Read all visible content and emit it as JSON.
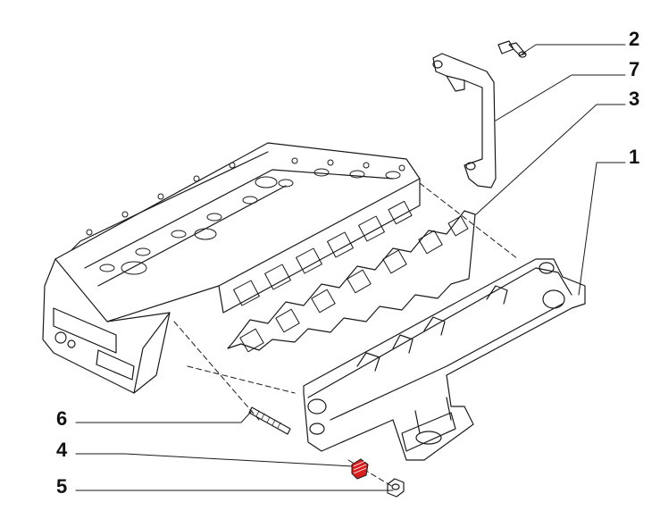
{
  "callouts": {
    "c1": "1",
    "c2": "2",
    "c3": "3",
    "c4": "4",
    "c5": "5",
    "c6": "6",
    "c7": "7"
  },
  "colors": {
    "line": "#1a1a1a",
    "highlight": "#d81e1e",
    "background": "#ffffff"
  }
}
